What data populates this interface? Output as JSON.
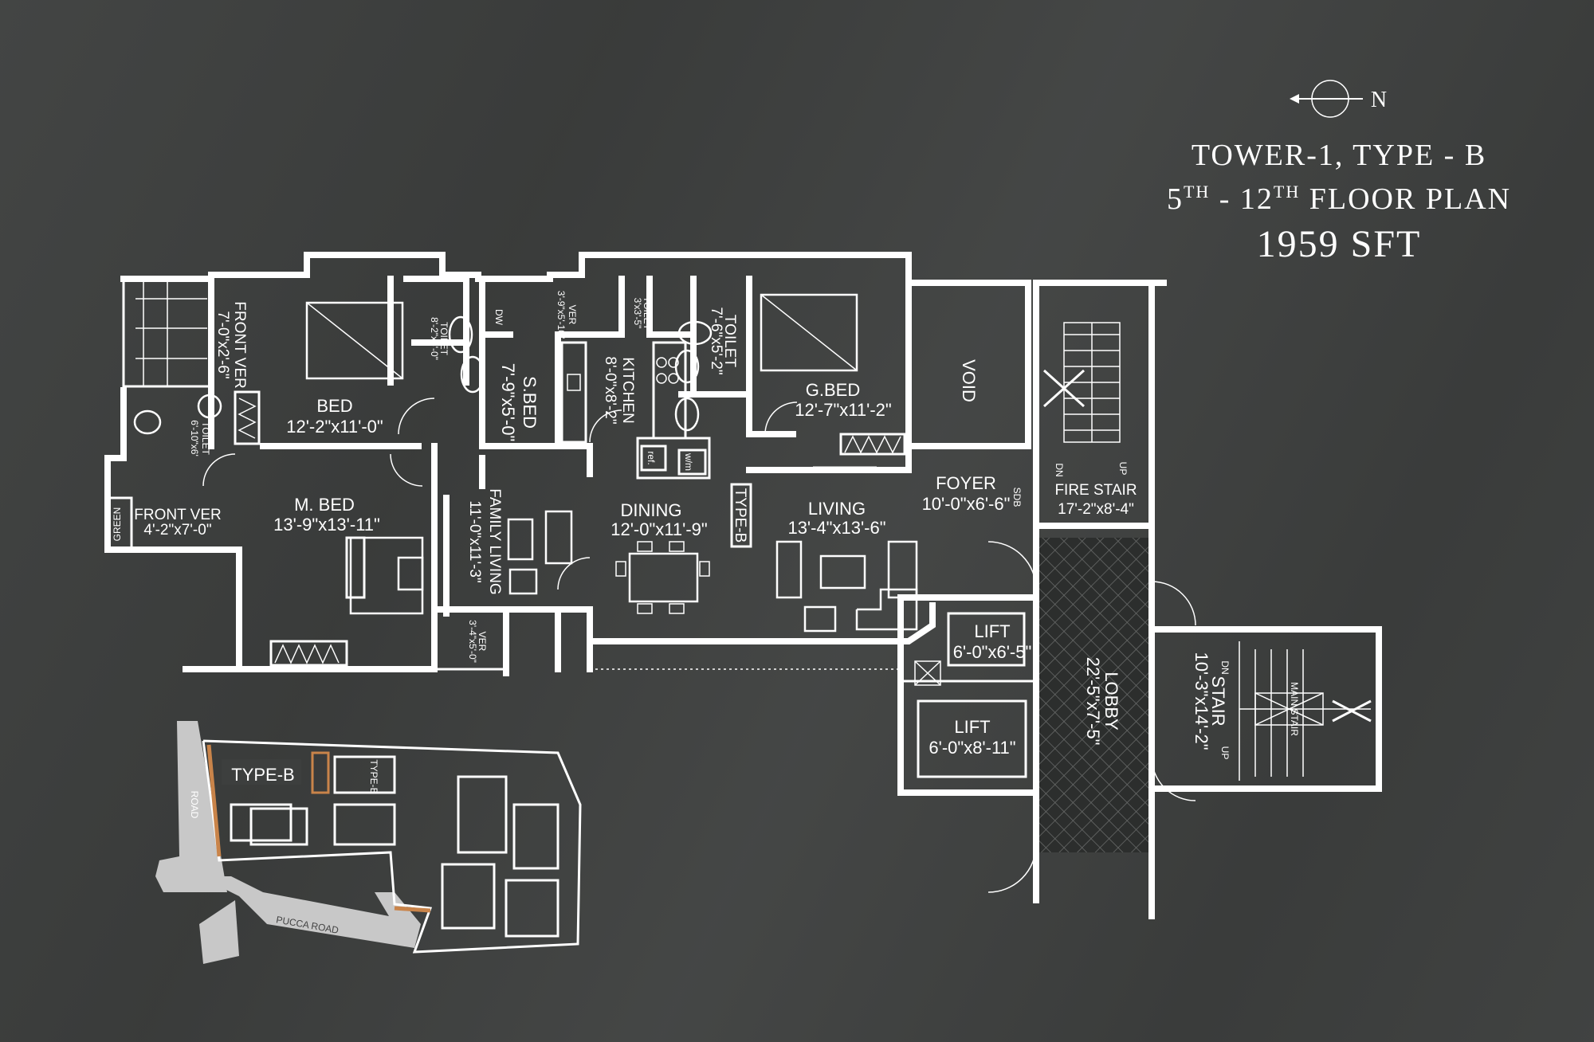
{
  "header": {
    "north": "N",
    "tower": "TOWER-1, TYPE - B",
    "floor_a": "5",
    "sup_a": "TH",
    "floor_mid": " - 12",
    "sup_b": "TH",
    "floor_rest": " FLOOR PLAN",
    "area": "1959 SFT"
  },
  "rooms": {
    "front_ver_top": {
      "name": "FRONT VER",
      "size": "7'-0\"x2'-6\""
    },
    "bed": {
      "name": "BED",
      "size": "12'-2\"x11'-0\""
    },
    "toilet_1": {
      "name": "TOILET",
      "size": "8'-2\"x5'-0\""
    },
    "toilet_2": {
      "name": "TOILET",
      "size": "6'-10\"x6'"
    },
    "ver_dw": {
      "name": "VER",
      "size": "3'-9\"x5'-10\"",
      "dw": "DW"
    },
    "s_bed": {
      "name": "S.BED",
      "size": "7'-9\"x5'-0\""
    },
    "kitchen": {
      "name": "KITCHEN",
      "size": "8'-0\"x8'-2\""
    },
    "toilet_small": {
      "name": "TOILET",
      "size": "3'x3'-5\""
    },
    "toilet_3": {
      "name": "TOILET",
      "size": "7'-6\"x5'-2\""
    },
    "g_bed": {
      "name": "G.BED",
      "size": "12'-7\"x11'-2\""
    },
    "void": {
      "name": "VOID"
    },
    "front_ver_left": {
      "name": "FRONT VER",
      "size": "4'-2\"x7'-0\"",
      "green": "GREEN"
    },
    "m_bed": {
      "name": "M. BED",
      "size": "13'-9\"x13'-11\""
    },
    "family_living": {
      "name": "FAMILY LIVING",
      "size": "11'-0\"x11'-3\""
    },
    "dining": {
      "name": "DINING",
      "size": "12'-0\"x11'-9\""
    },
    "type_b_tag": {
      "name": "TYPE-B"
    },
    "living": {
      "name": "LIVING",
      "size": "13'-4\"x13'-6\""
    },
    "foyer": {
      "name": "FOYER",
      "size": "10'-0\"x6'-6\"",
      "sdb": "SDB"
    },
    "fire_stair": {
      "name": "FIRE STAIR",
      "size": "17'-2\"x8'-4\"",
      "dn": "DN",
      "up": "UP"
    },
    "ver_bottom": {
      "name": "VER",
      "size": "3'-4\"x5'-0\""
    },
    "lift_1": {
      "name": "LIFT",
      "size": "6'-0\"x6'-5\""
    },
    "lift_2": {
      "name": "LIFT",
      "size": "6'-0\"x8'-11\""
    },
    "lobby": {
      "name": "LOBBY",
      "size": "22'-5\"x7'-5\""
    },
    "stair": {
      "name": "STAIR",
      "size": "10'-3\"x14'-2\"",
      "dn": "DN",
      "up": "UP",
      "main": "MAIN STAIR"
    },
    "ref": "ref.",
    "wm": "w/m"
  },
  "key_plan": {
    "type_label": "TYPE-B",
    "road": "ROAD",
    "pucca_road": "PUCCA ROAD",
    "unit": "TYPE-B"
  },
  "colors": {
    "background": "#3d3f3e",
    "walls": "#ffffff",
    "lobby_hatch": "#2a2c2b",
    "key_road": "#c8c8c8",
    "key_highlight": "#c9844a"
  }
}
